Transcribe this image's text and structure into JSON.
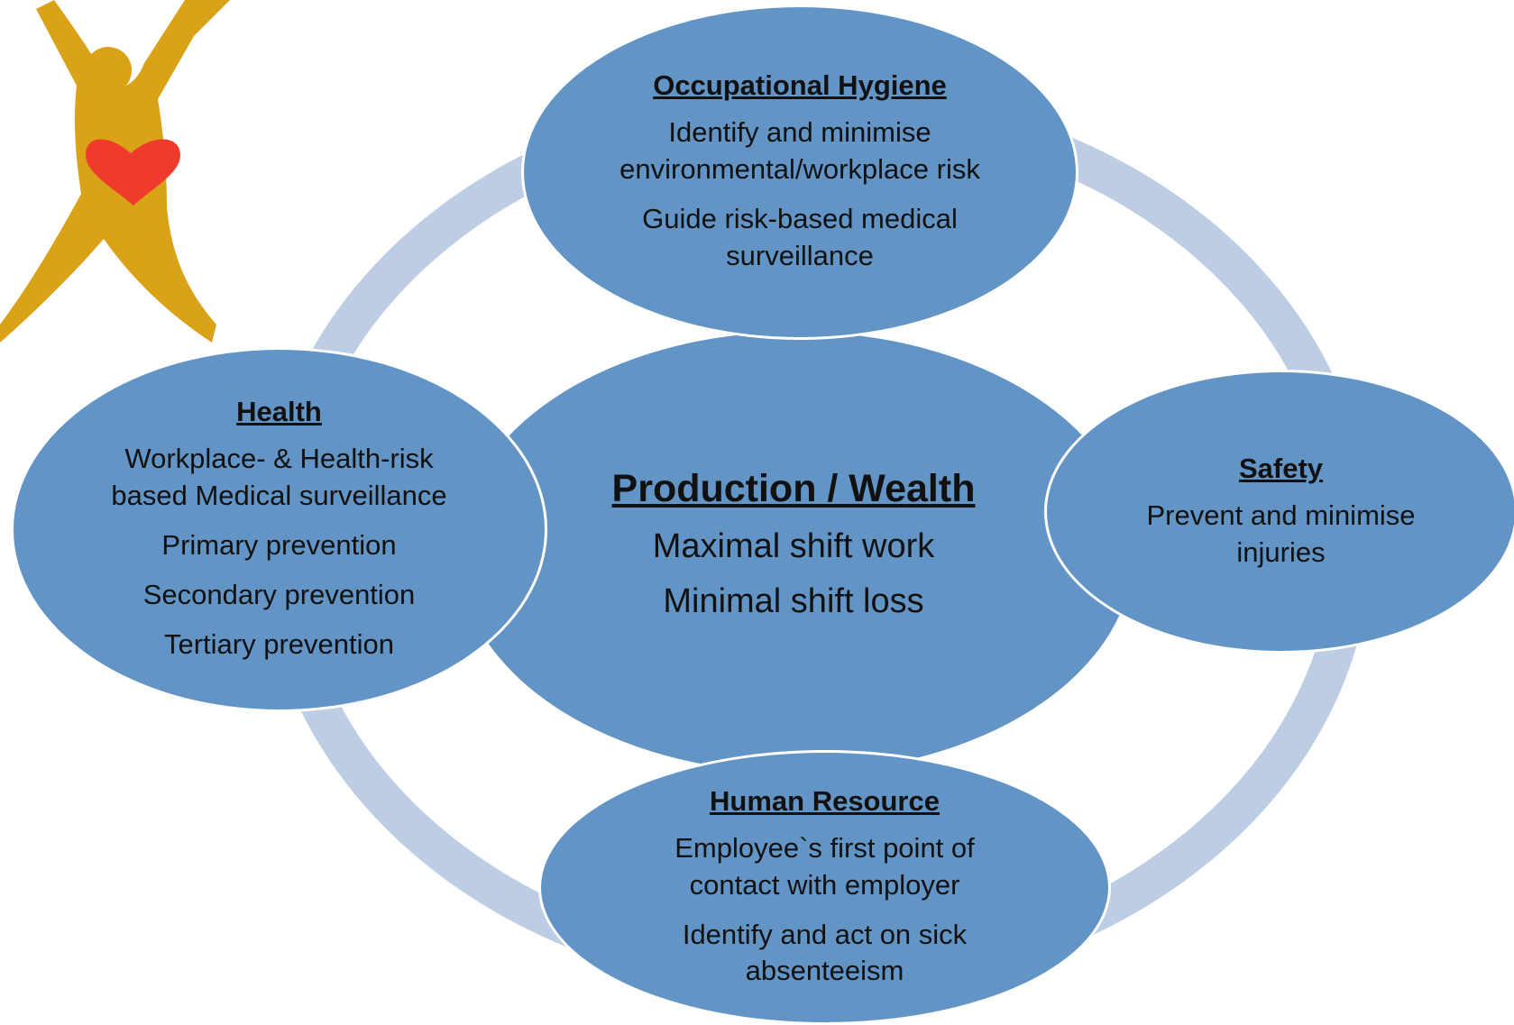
{
  "diagram": {
    "colors": {
      "node_fill": "#6295c6",
      "ring": "#bdcde3",
      "logo_body": "#d9a217",
      "logo_heart": "#ef3b2c"
    },
    "logo": {
      "icon": "person-with-heart-logo"
    },
    "center": {
      "title": "Production / Wealth",
      "lines": [
        "Maximal shift work",
        "Minimal shift loss"
      ]
    },
    "occupational_hygiene": {
      "title": "Occupational Hygiene",
      "paragraphs": [
        "Identify and minimise environmental/workplace risk",
        "Guide risk-based medical surveillance"
      ]
    },
    "health": {
      "title": "Health",
      "paragraphs": [
        "Workplace- & Health-risk based Medical surveillance",
        "Primary prevention",
        "Secondary prevention",
        "Tertiary prevention"
      ]
    },
    "safety": {
      "title": "Safety",
      "paragraphs": [
        "Prevent and minimise injuries"
      ]
    },
    "human_resource": {
      "title": "Human Resource",
      "paragraphs": [
        "Employee`s first point of contact with employer",
        "Identify and  act on sick absenteeism"
      ]
    }
  }
}
